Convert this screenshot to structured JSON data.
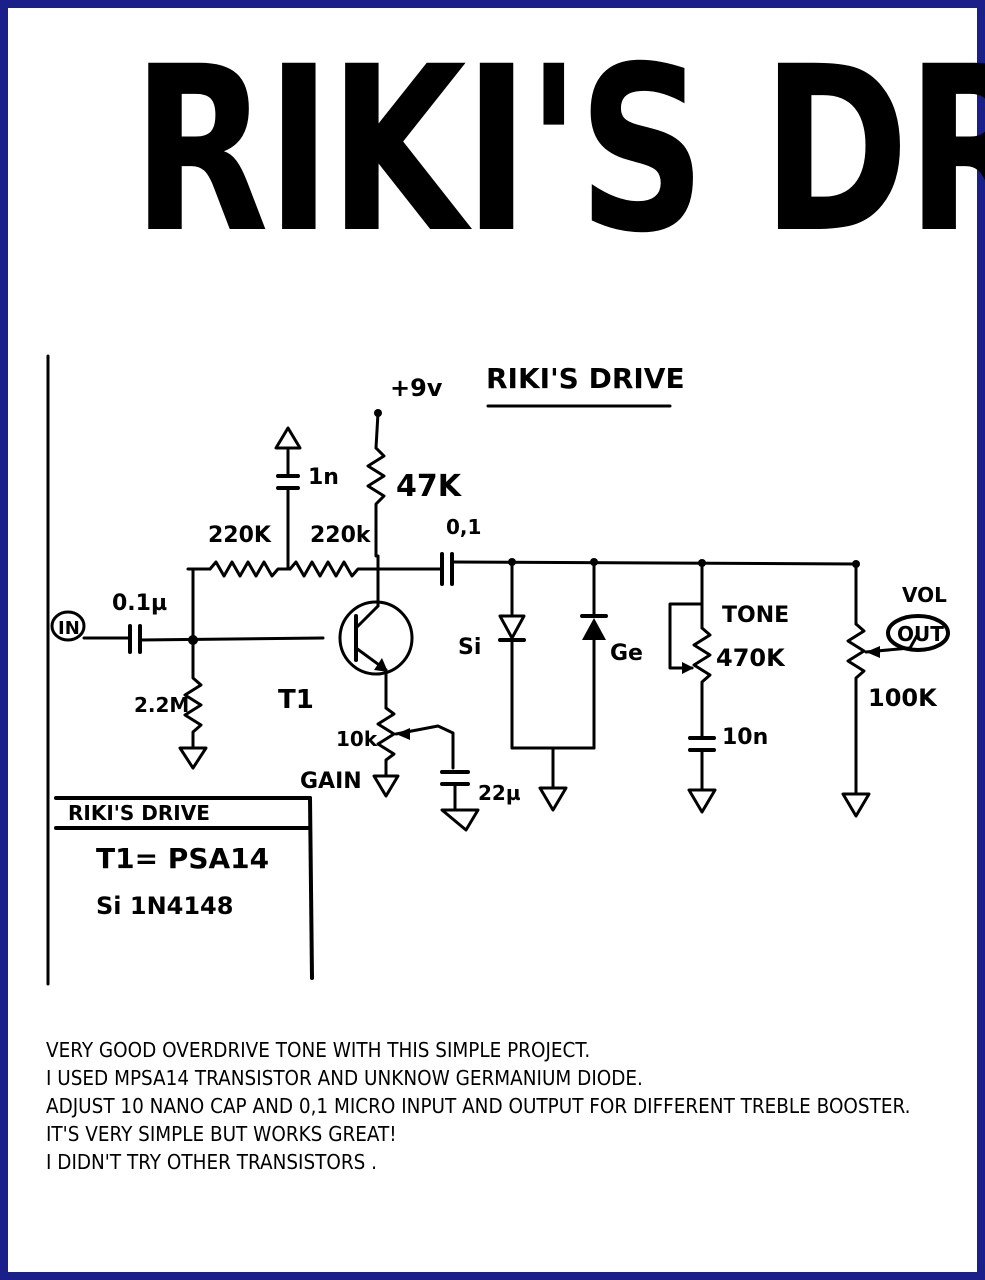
{
  "page": {
    "title": "RIKI'S DRIVE",
    "border_color": "#1a1f8a"
  },
  "schematic": {
    "heading": "RIKI'S DRIVE",
    "supply": "+9v",
    "labels": {
      "input": "IN",
      "output": "OUT",
      "c_input": "0.1µ",
      "r_bias_ground": "2.2M",
      "r_feedback_1": "220K",
      "r_feedback_2": "220k",
      "c_filter": "1n",
      "r_collector": "47K",
      "c_output": "0,1",
      "transistor": "T1",
      "pot_gain_value": "10k",
      "pot_gain_name": "GAIN",
      "c_emitter": "22µ",
      "diode_si": "Si",
      "diode_ge": "Ge",
      "pot_tone_name": "TONE",
      "pot_tone_value": "470K",
      "c_tone": "10n",
      "pot_volume_name": "VOL",
      "pot_volume_value": "100K"
    },
    "parts_table": {
      "header": "RIKI'S DRIVE",
      "rows": [
        "T1= PSA14",
        "Si   1N4148"
      ]
    }
  },
  "notes": [
    "VERY GOOD OVERDRIVE TONE WITH THIS SIMPLE PROJECT.",
    "I USED MPSA14 TRANSISTOR AND UNKNOW GERMANIUM DIODE.",
    "ADJUST 10 NANO CAP  AND 0,1 MICRO INPUT AND OUTPUT FOR DIFFERENT TREBLE BOOSTER.",
    "IT'S VERY SIMPLE BUT WORKS GREAT!",
    "I DIDN'T TRY OTHER TRANSISTORS ."
  ]
}
